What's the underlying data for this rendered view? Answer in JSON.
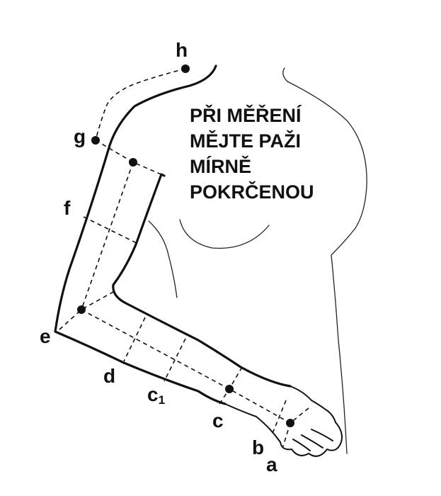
{
  "instruction": {
    "lines": [
      "PŘI MĚŘENÍ",
      "MĚJTE PAŽI",
      "MÍRNĚ",
      "POKRČENOU"
    ]
  },
  "points": {
    "h": "h",
    "g": "g",
    "f": "f",
    "e": "e",
    "d": "d",
    "c1_letter": "c",
    "c1_sub": "1",
    "c": "c",
    "b": "b",
    "a": "a"
  }
}
